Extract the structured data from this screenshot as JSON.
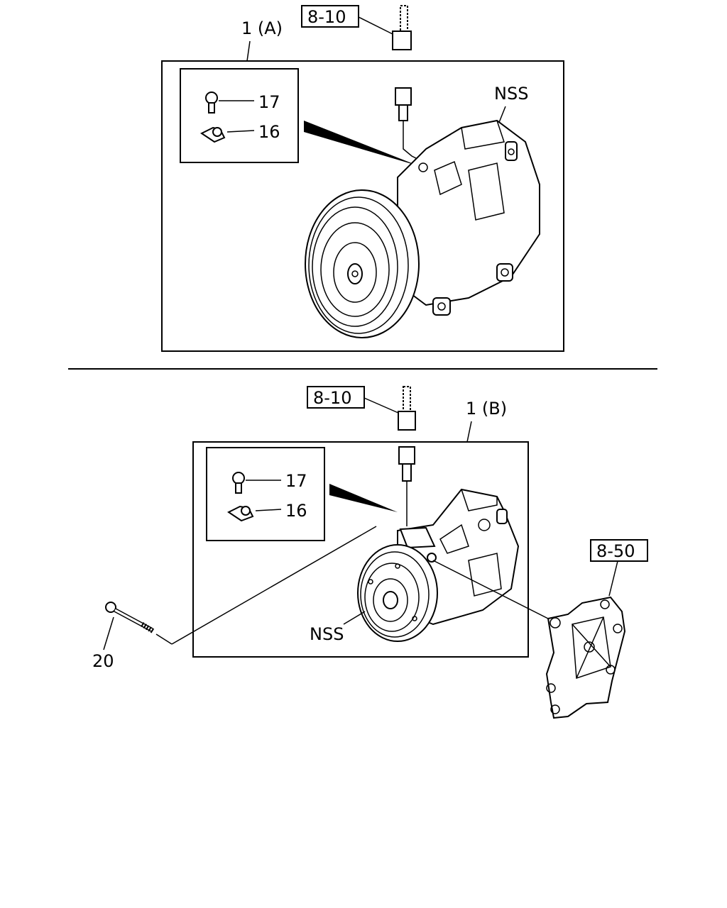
{
  "view_a": {
    "assembly_label": "1 (A)",
    "ref_box": "8-10",
    "nss_label": "NSS",
    "bolt_callout": "17",
    "clip_callout": "16"
  },
  "view_b": {
    "assembly_label": "1 (B)",
    "ref_box": "8-10",
    "bracket_ref_box": "8-50",
    "nss_label": "NSS",
    "bolt_callout": "17",
    "clip_callout": "16",
    "long_bolt_callout": "20"
  }
}
